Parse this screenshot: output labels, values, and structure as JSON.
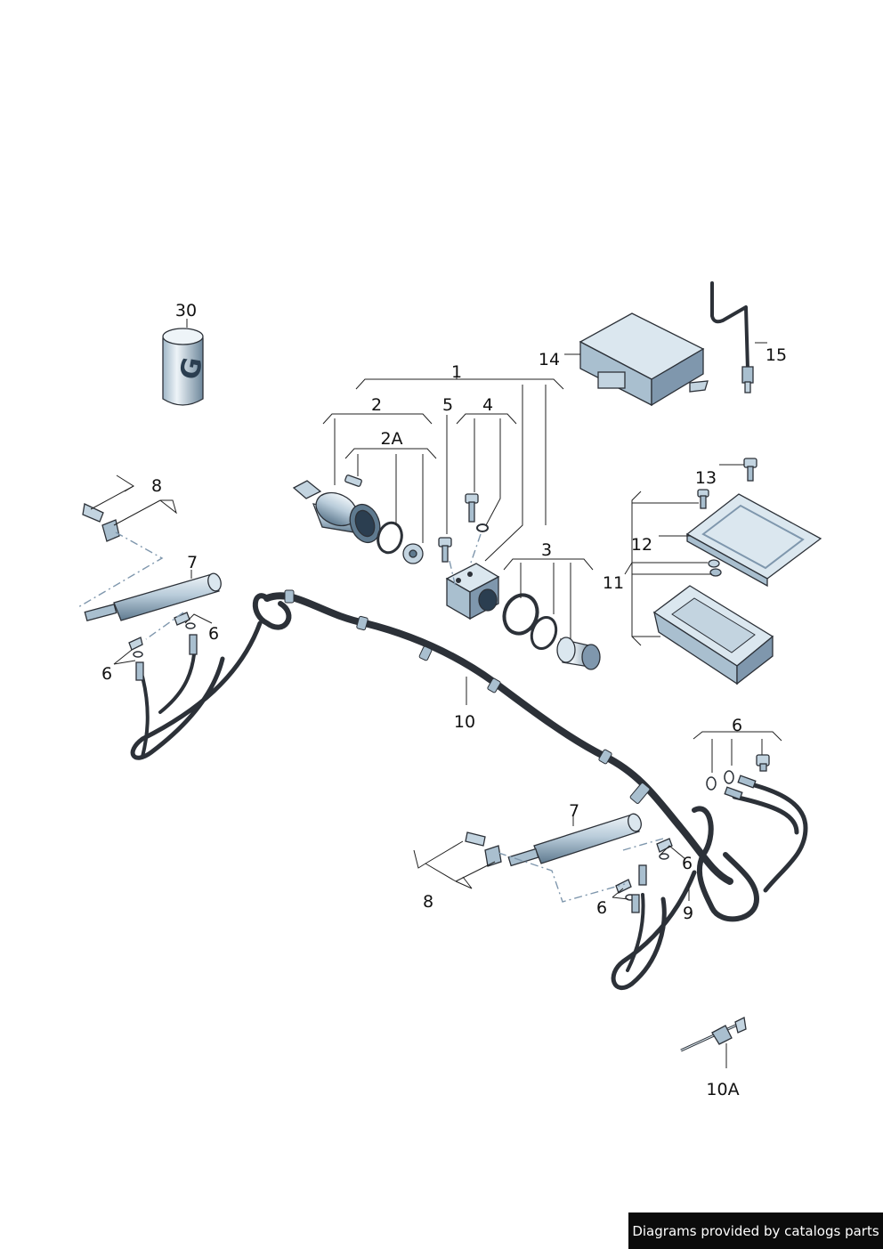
{
  "callouts": {
    "c1": "1",
    "c2": "2",
    "c2a": "2A",
    "c3": "3",
    "c4": "4",
    "c5": "5",
    "c6a": "6",
    "c6b": "6",
    "c6c": "6",
    "c6d": "6",
    "c6e": "6",
    "c7a": "7",
    "c7b": "7",
    "c8a": "8",
    "c8b": "8",
    "c9": "9",
    "c10": "10",
    "c10a": "10A",
    "c11": "11",
    "c12": "12",
    "c13": "13",
    "c14": "14",
    "c15": "15",
    "c30": "30"
  },
  "credit": "Diagrams provided by catalogs parts",
  "colors": {
    "part_fill_light": "#dbe7ef",
    "part_fill_mid": "#a9bfcf",
    "part_fill_dark": "#5f7a8f",
    "outline": "#2c3138",
    "dash_line": "#7f97ad",
    "credit_bg": "#0b0b0b"
  }
}
